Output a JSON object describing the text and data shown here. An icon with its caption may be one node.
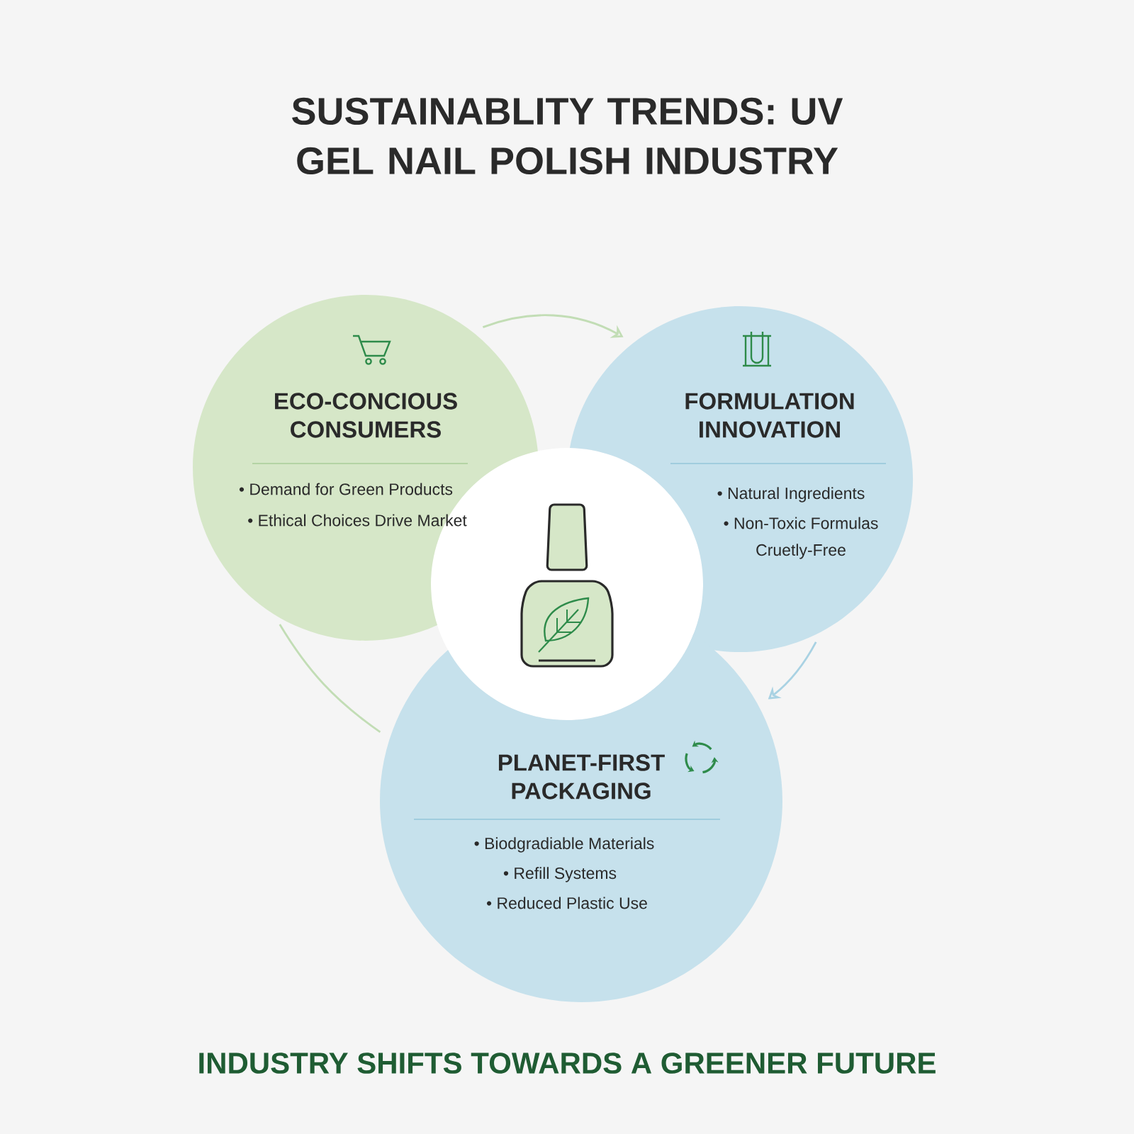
{
  "diagram": {
    "title": "SUSTAINABLITY TRENDS: UV GEL NAIL POLISH INDUSTRY",
    "caption": "INDUSTRY SHIFTS TOWARDS A GREENER FUTURE",
    "nodes": [
      {
        "text": [
          "ECO-CONCIOUS CONSUMERS",
          "• Demand for Green Products",
          "• Ethical Choices Drive Market"
        ]
      },
      {
        "text": [
          "FORMULATION INNOVATION",
          "• Natural Ingredients",
          "• Non-Toxic Formulas",
          "Cruetly-Free"
        ]
      },
      {
        "text": [
          "PLANET-FIRST PACKAGING",
          "• Biodgradiable Materials",
          "• Refill Systems",
          "• Reduced Plastic Use"
        ]
      },
      {
        "text": [],
        "shape": "circle"
      }
    ],
    "edges": [
      {
        "from": 0,
        "to": 1,
        "arrow": "to"
      },
      {
        "from": 1,
        "to": 2,
        "arrow": "to",
        "color": "#a9d2e3"
      },
      {
        "from": 2,
        "to": 0,
        "arrow": "none"
      }
    ]
  }
}
